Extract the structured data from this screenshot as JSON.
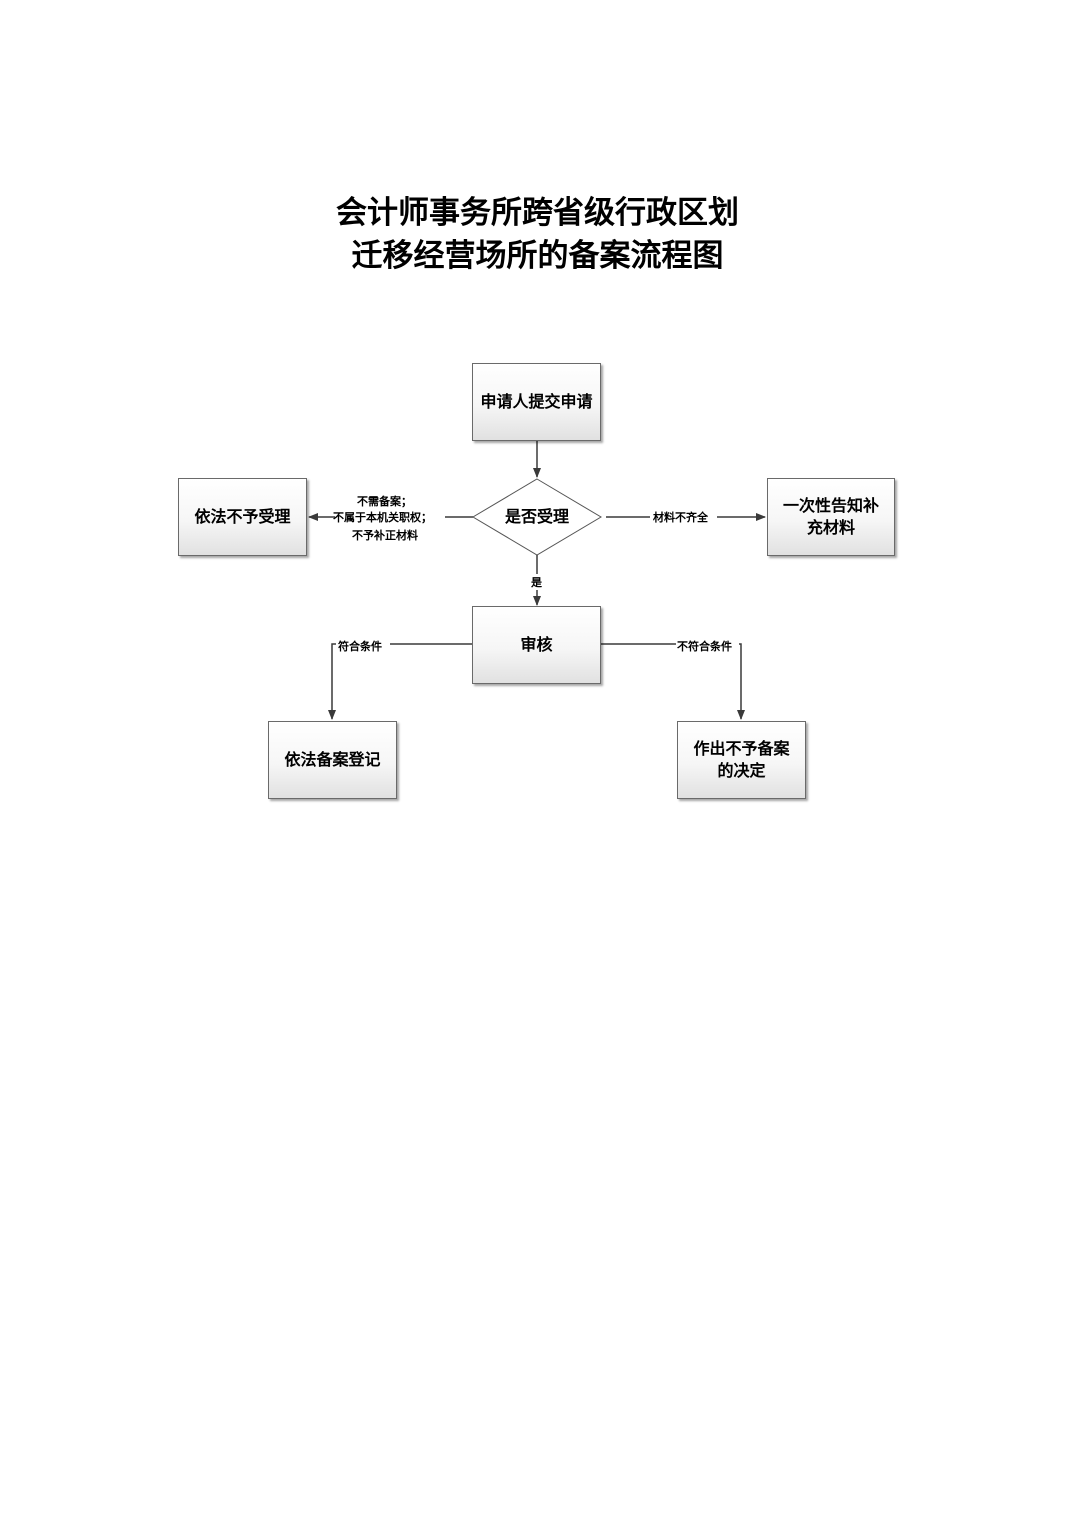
{
  "title": {
    "line1": "会计师事务所跨省级行政区划",
    "line2": "迁移经营场所的备案流程图"
  },
  "nodes": {
    "start": "申请人提交申请",
    "decision": "是否受理",
    "reject": "依法不予受理",
    "supplement": "一次性告知补充材料",
    "review": "审核",
    "register": "依法备案登记",
    "deny": "作出不予备案的决定"
  },
  "edges": {
    "reject_label_1": "不需备案；",
    "reject_label_2": "不属于本机关职权；",
    "reject_label_3": "不予补正材料",
    "supplement_label": "材料不齐全",
    "accept_label": "是",
    "meets_label": "符合条件",
    "not_meets_label": "不符合条件"
  }
}
